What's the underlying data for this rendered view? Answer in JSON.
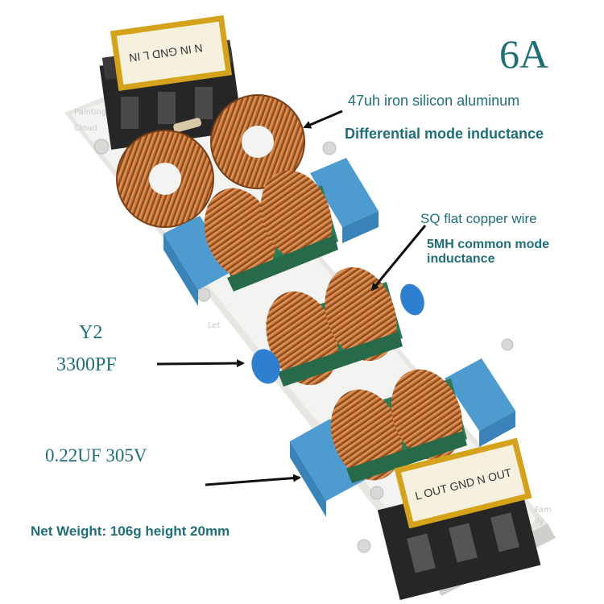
{
  "product": {
    "current_rating": "6A",
    "annotations": {
      "differential_inductor_line1": "47uh iron silicon aluminum",
      "differential_inductor_line2": "Differential mode inductance",
      "common_mode_line1": "SQ flat copper wire",
      "common_mode_line2": "5MH common mode",
      "common_mode_line3": "inductance",
      "y2_cap_line1": "Y2",
      "y2_cap_line2": "3300PF",
      "x2_cap": "0.22UF 305V",
      "weight": "Net Weight: 106g height 20mm"
    },
    "terminal_in_label": "N IN GND L IN",
    "terminal_out_label": "L OUT GND N OUT",
    "watermarks": [
      "Painting",
      "Cloud",
      "Let",
      "Fam",
      "ily"
    ]
  },
  "colors": {
    "annotation_text": "#1f6e78",
    "board": "#f1f1ef",
    "copper": "#c8763a",
    "bobbin": "#2f7a55",
    "x2_capacitor": "#4e9bd0",
    "y2_capacitor": "#2f7fd0",
    "terminal_block": "#2a2a2a",
    "arrow": "#111111"
  }
}
